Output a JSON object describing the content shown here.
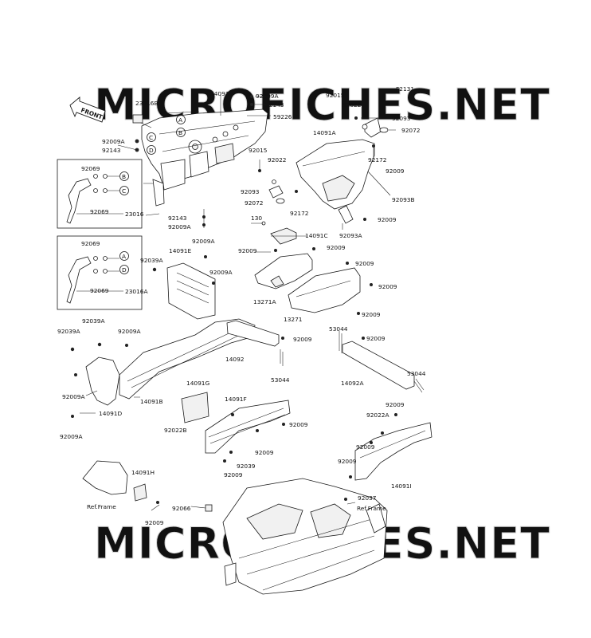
{
  "watermark": "MICROFICHES.NET",
  "figure_code": "F2131",
  "front_arrow": "FRONT",
  "ref_frame": "Ref.Frame",
  "callout_letters": [
    "A",
    "B",
    "C",
    "D"
  ],
  "labels": {
    "l23016b": "23016B",
    "l14091": "14091",
    "l92009a_1": "92009A",
    "l92143_1": "92143",
    "l59226": "59226",
    "l92009a_2": "92009A",
    "l92143_2": "92143",
    "l92015_1": "92015",
    "l92022_1": "92022",
    "l92093_1": "92093",
    "l92072_1": "92072",
    "l92172_1": "92172",
    "l14091a": "14091A",
    "l92015_2": "92015",
    "l92022_2": "92022",
    "l92009_1": "92009",
    "l92093_2": "92093",
    "l92072_2": "92072",
    "l92172_2": "92172",
    "l92093b": "92093B",
    "l92009_2": "92009",
    "l92093a": "92093A",
    "l92069_1": "92069",
    "l92069_2": "92069",
    "l23016": "23016",
    "l92143_3": "92143",
    "l92009a_3": "92009A",
    "l130": "130",
    "l14091c": "14091C",
    "l92069_3": "92069",
    "l92069_4": "92069",
    "l23016a": "23016A",
    "l92009a_4": "92009A",
    "l92039a_1": "92039A",
    "l14091e": "14091E",
    "l92009a_5": "92009A",
    "l92009_3": "92009",
    "l92009_4": "92009",
    "l92009_5": "92009",
    "l92009_6": "92009",
    "l13271a": "13271A",
    "l13271": "13271",
    "l92009_7": "92009",
    "l92039a_2": "92039A",
    "l92039a_3": "92039A",
    "l92009a_6": "92009A",
    "l53044_1": "53044",
    "l92009_8": "92009",
    "l92009_9": "92009",
    "l14092": "14092",
    "l53044_2": "53044",
    "l14092a": "14092A",
    "l53044_3": "53044",
    "l92009a_7": "92009A",
    "l14091d": "14091D",
    "l14091b": "14091B",
    "l14091g": "14091G",
    "l14091f": "14091F",
    "l92009a_8": "92009A",
    "l92022b": "92022B",
    "l92009_10": "92009",
    "l92009_11": "92009",
    "l92039": "92039",
    "l92009_12": "92009",
    "l92009_13": "92009",
    "l92022a": "92022A",
    "l92009_14": "92009",
    "l92009_15": "92009",
    "l14091i": "14091I",
    "l14091h": "14091H",
    "l92009_16": "92009",
    "l92066": "92066",
    "l92037": "92037"
  }
}
